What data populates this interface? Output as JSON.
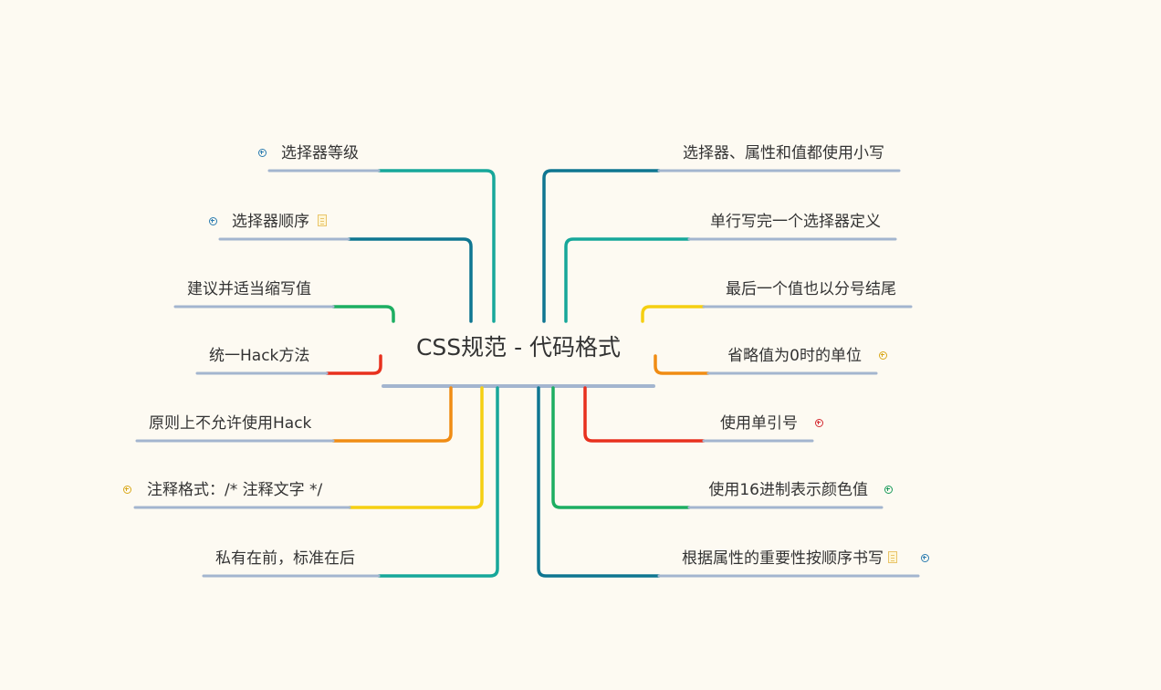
{
  "central": {
    "label": "CSS规范 - 代码格式"
  },
  "left": [
    {
      "id": "l1",
      "label": "选择器等级",
      "color": "#17a79a",
      "expand": true,
      "expand_color": "#2a7bb0"
    },
    {
      "id": "l2",
      "label": "选择器顺序",
      "color": "#0f7691",
      "expand": true,
      "expand_color": "#2a7bb0",
      "note": true
    },
    {
      "id": "l3",
      "label": "建议并适当缩写值",
      "color": "#1dae62"
    },
    {
      "id": "l4",
      "label": "统一Hack方法",
      "color": "#e8311f"
    },
    {
      "id": "l5",
      "label": "原则上不允许使用Hack",
      "color": "#f08c14"
    },
    {
      "id": "l6",
      "label": "注释格式：/* 注释文字 */",
      "color": "#f5cf12",
      "expand": true,
      "expand_color": "#d9a81a"
    },
    {
      "id": "l7",
      "label": "私有在前，标准在后",
      "color": "#17a79a"
    }
  ],
  "right": [
    {
      "id": "r1",
      "label": "选择器、属性和值都使用小写",
      "color": "#0f7691"
    },
    {
      "id": "r2",
      "label": "单行写完一个选择器定义",
      "color": "#17a79a"
    },
    {
      "id": "r3",
      "label": "最后一个值也以分号结尾",
      "color": "#f5cf12"
    },
    {
      "id": "r4",
      "label": "省略值为0时的单位",
      "color": "#f08c14",
      "expand": true,
      "expand_color": "#d9a81a"
    },
    {
      "id": "r5",
      "label": "使用单引号",
      "color": "#e8311f",
      "expand": true,
      "expand_color": "#d3282f"
    },
    {
      "id": "r6",
      "label": "使用16进制表示颜色值",
      "color": "#1dae62",
      "expand": true,
      "expand_color": "#1a9a5a"
    },
    {
      "id": "r7",
      "label": "根据属性的重要性按顺序书写",
      "color": "#0f7691",
      "expand": true,
      "expand_color": "#2a7bb0",
      "note": true
    }
  ],
  "colors": {
    "background": "#fdfaf2",
    "underline": "#a3b5cf",
    "text": "#333333"
  }
}
